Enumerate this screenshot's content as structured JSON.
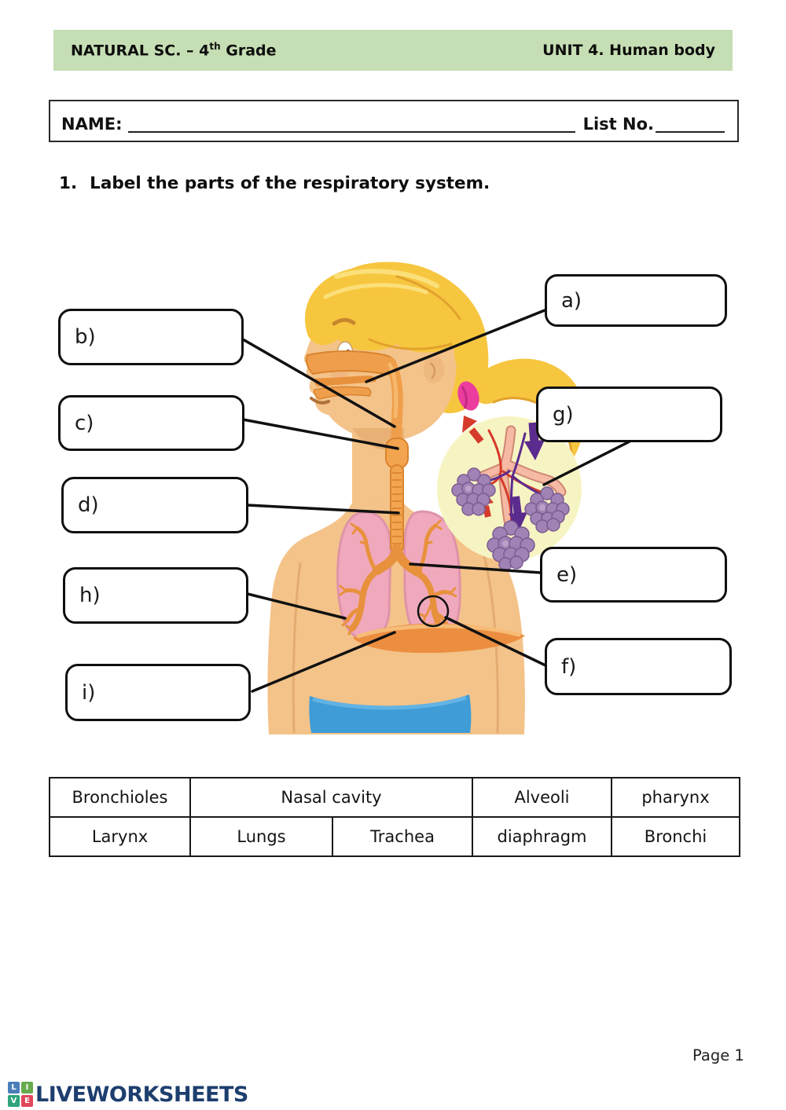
{
  "header": {
    "course_prefix": "NATURAL SC. – 4",
    "grade_sup": "th",
    "grade_suffix": " Grade",
    "unit_title": "UNIT 4. Human body"
  },
  "name_row": {
    "name_label": "NAME:",
    "list_label": "List No."
  },
  "question": {
    "number": "1.",
    "text": "Label the parts of the respiratory system."
  },
  "diagram": {
    "labels": [
      {
        "id": "a",
        "text": "a)"
      },
      {
        "id": "b",
        "text": "b)"
      },
      {
        "id": "c",
        "text": "c)"
      },
      {
        "id": "d",
        "text": "d)"
      },
      {
        "id": "e",
        "text": "e)"
      },
      {
        "id": "f",
        "text": "f)"
      },
      {
        "id": "g",
        "text": "g)"
      },
      {
        "id": "h",
        "text": "h)"
      },
      {
        "id": "i",
        "text": "i)"
      }
    ]
  },
  "word_bank": {
    "row1": [
      "Bronchioles",
      "Nasal cavity",
      "Alveoli",
      "pharynx"
    ],
    "row2": [
      "Larynx",
      "Lungs",
      "Trachea",
      "diaphragm",
      "Bronchi"
    ]
  },
  "footer": {
    "page": "Page 1",
    "brand": "LIVEWORKSHEETS",
    "logo_letters": [
      "L",
      "I",
      "V",
      "E"
    ]
  },
  "colors": {
    "header_green": "#c6deb4",
    "annotation_black": "#111111",
    "skin": "#f4c389",
    "hair_yellow": "#f7c63f",
    "hairband_pink": "#ea3d9d",
    "lung_pink": "#f0a9bc",
    "airway_orange": "#e8913d",
    "diaphragm_orange": "#ec8e3f",
    "shorts_blue": "#3f9cd6",
    "bubble_yellow": "#f7f4c3",
    "bubble_tail_gold": "#f2c24b",
    "alveoli_purple": "#a182b4",
    "vessel_red": "#d63a2a",
    "vessel_purple": "#5b2b8e",
    "logo_navy": "#1d3e6e",
    "logo_blue": "#4a7ebb",
    "logo_green": "#67ab4e",
    "logo_teal": "#2ea37c",
    "logo_red": "#e0475a"
  }
}
